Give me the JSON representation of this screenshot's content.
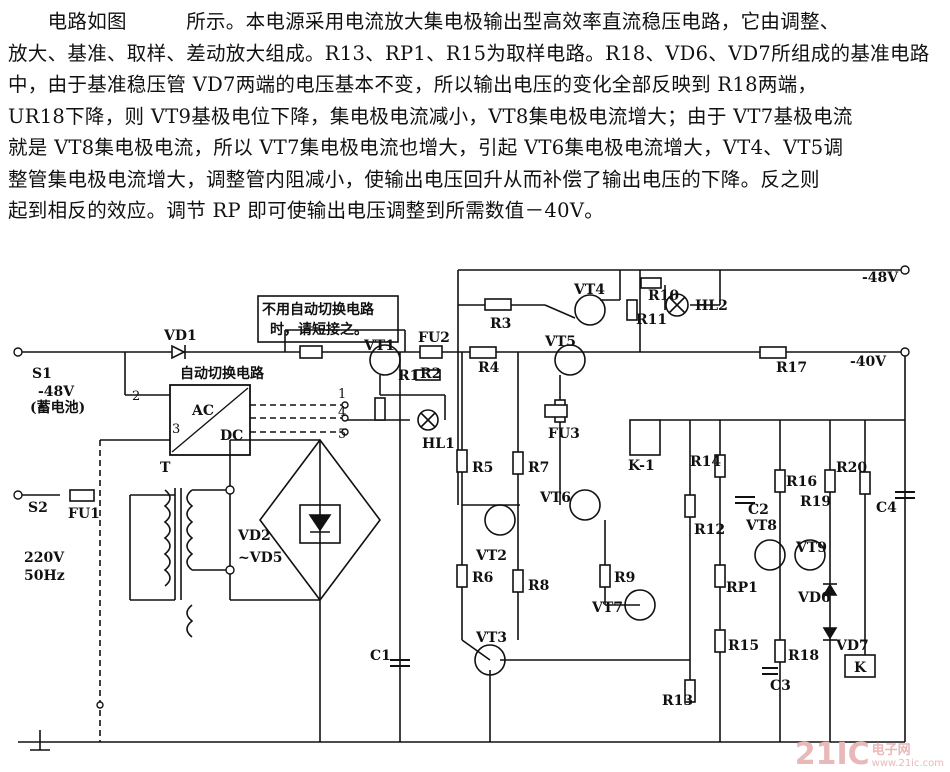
{
  "description": {
    "lines": [
      "　　电路如图　　　所示。本电源采用电流放大集电极输出型高效率直流稳压电路，它由调整、",
      "放大、基准、取样、差动放大组成。R13、RP1、R15为取样电路。R18、VD6、VD7所组成的基准电路",
      "中，由于基准稳压管 VD7两端的电压基本不变，所以输出电压的变化全部反映到 R18两端，",
      "UR18下降，则 VT9基极电位下降，集电极电流减小，VT8集电极电流增大；由于 VT7基极电流",
      "就是 VT8集电极电流，所以 VT7集电极电流也增大，引起 VT6集电极电流增大，VT4、VT5调",
      "整管集电极电流增大，调整管内阻减小，使输出电压回升从而补偿了输出电压的下降。反之则",
      "起到相反的效应。调节 RP 即可使输出电压调整到所需数值－40V。"
    ]
  },
  "schematic": {
    "note_line1": "不用自动切换电路",
    "note_line2": "时，请短接之。",
    "switch_box_title": "自动切换电路",
    "switch_ac": "AC",
    "switch_dc": "DC",
    "battery_label": "S1",
    "battery_voltage": "-48V",
    "battery_note": "(蓄电池)",
    "mains_switch": "S2",
    "mains_fuse": "FU1",
    "mains_voltage": "220V",
    "mains_freq": "50Hz",
    "transformer": "T",
    "diode_vd1": "VD1",
    "rectifier": "VD2",
    "rectifier_range": "~VD5",
    "fuse2": "FU2",
    "fuse3": "FU3",
    "lamp1": "HL1",
    "lamp2": "HL2",
    "relay_contact": "K-1",
    "relay_coil": "K",
    "out_48": "-48V",
    "out_40": "-40V",
    "pin_labels": [
      "1",
      "2",
      "3",
      "4",
      "5"
    ],
    "components": {
      "vt1": "VT1",
      "vt2": "VT2",
      "vt3": "VT3",
      "vt4": "VT4",
      "vt5": "VT5",
      "vt6": "VT6",
      "vt7": "VT7",
      "vt8": "VT8",
      "vt9": "VT9",
      "r1": "R1",
      "r2": "R2",
      "r3": "R3",
      "r4": "R4",
      "r5": "R5",
      "r6": "R6",
      "r7": "R7",
      "r8": "R8",
      "r9": "R9",
      "r10": "R10",
      "r11": "R11",
      "r12": "R12",
      "r13": "R13",
      "r14": "R14",
      "r15": "R15",
      "r16": "R16",
      "r17": "R17",
      "r18": "R18",
      "r19": "R19",
      "r20": "R20",
      "c1": "C1",
      "c2": "C2",
      "c3": "C3",
      "c4": "C4",
      "vd6": "VD6",
      "vd7": "VD7",
      "rp1": "RP1"
    }
  },
  "watermark": {
    "big": "21IC",
    "cn": "电子网",
    "url": "www.21ic.com"
  }
}
